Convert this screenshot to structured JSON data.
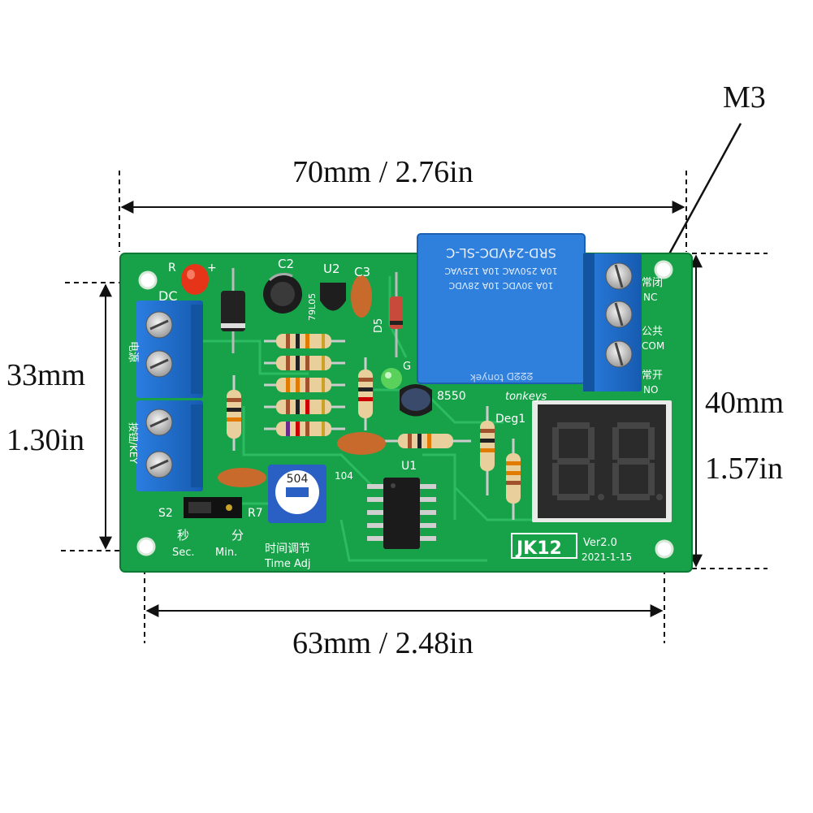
{
  "dimensions": {
    "top_width": "70mm / 2.76in",
    "bottom_width": "63mm / 2.48in",
    "left_height_mm": "33mm",
    "left_height_in": "1.30in",
    "right_height_mm": "40mm",
    "right_height_in": "1.57in",
    "hole_label": "M3"
  },
  "board": {
    "relay_lines": [
      "SRD-24VDC-SL-C",
      "10A 250VAC  10A 125VAC",
      "10A 30VDC  10A 28VDC"
    ],
    "relay_bottom": "ʞəʎuoʇ  ᗡᘔᘔᘔ",
    "brand": "tonkeys",
    "model": "JK12",
    "version": "Ver2.0",
    "date": "2021-1-15",
    "display": "8.8.",
    "pot_code": "504",
    "labels": {
      "r": "R",
      "plus": "+",
      "c2": "C2",
      "u2": "U2",
      "c3": "C3",
      "dc": "DC",
      "d5": "D5",
      "g": "G",
      "transistor": "8550",
      "deg1": "Deg1",
      "u1": "U1",
      "cap104": "104",
      "reg": "79L05",
      "s2": "S2",
      "r7": "R7",
      "sec_cn": "秒",
      "min_cn": "分",
      "sec": "Sec.",
      "min": "Min.",
      "time_adj_cn": "时间调节",
      "time_adj": "Time Adj",
      "power_cn": "电源",
      "key_cn": "按钮/KEY",
      "nc_cn": "常闭",
      "nc": "NC",
      "com_cn": "公共",
      "com": "COM",
      "no_cn": "常开",
      "no": "NO"
    }
  },
  "colors": {
    "pcb": "#16a34a",
    "terminal": "#1f6fd0",
    "relay": "#2f7fdc",
    "display": "#2b2b2b",
    "segment": "#4a4a4a"
  }
}
